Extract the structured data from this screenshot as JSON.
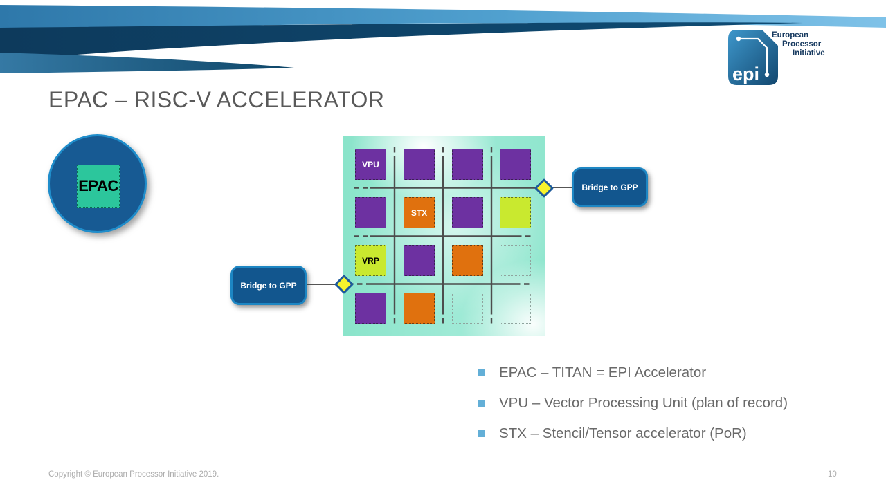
{
  "slide": {
    "title": "EPAC – RISC-V ACCELERATOR",
    "copyright": "Copyright © European Processor Initiative 2019.",
    "page_number": "10"
  },
  "logo": {
    "brand": "epi",
    "lines": [
      "European",
      "Processor",
      "Initiative"
    ]
  },
  "epac_node": {
    "label": "EPAC"
  },
  "bridge_left": {
    "label": "Bridge to GPP"
  },
  "bridge_right": {
    "label": "Bridge to GPP"
  },
  "diagram": {
    "grid": {
      "rows": 4,
      "cols": 4,
      "cells": [
        {
          "row": 1,
          "col": 1,
          "type": "vpu",
          "fill": "#6D31A1",
          "label": "VPU",
          "label_color": "#ffffff"
        },
        {
          "row": 1,
          "col": 2,
          "type": "vpu",
          "fill": "#6D31A1",
          "label": "",
          "label_color": "#ffffff"
        },
        {
          "row": 1,
          "col": 3,
          "type": "vpu",
          "fill": "#6D31A1",
          "label": "",
          "label_color": "#ffffff"
        },
        {
          "row": 1,
          "col": 4,
          "type": "vpu",
          "fill": "#6D31A1",
          "label": "",
          "label_color": "#ffffff"
        },
        {
          "row": 2,
          "col": 1,
          "type": "vpu",
          "fill": "#6D31A1",
          "label": "",
          "label_color": "#ffffff"
        },
        {
          "row": 2,
          "col": 2,
          "type": "stx",
          "fill": "#E0710E",
          "label": "STX",
          "label_color": "#ffffff"
        },
        {
          "row": 2,
          "col": 3,
          "type": "vpu",
          "fill": "#6D31A1",
          "label": "",
          "label_color": "#ffffff"
        },
        {
          "row": 2,
          "col": 4,
          "type": "vrp",
          "fill": "#C9E92F",
          "label": "",
          "label_color": "#000000"
        },
        {
          "row": 3,
          "col": 1,
          "type": "vrp",
          "fill": "#C9E92F",
          "label": "VRP",
          "label_color": "#000000"
        },
        {
          "row": 3,
          "col": 2,
          "type": "vpu",
          "fill": "#6D31A1",
          "label": "",
          "label_color": "#ffffff"
        },
        {
          "row": 3,
          "col": 3,
          "type": "stx",
          "fill": "#E0710E",
          "label": "",
          "label_color": "#ffffff"
        },
        {
          "row": 3,
          "col": 4,
          "type": "empty",
          "fill": "transparent",
          "label": "",
          "label_color": "#000000"
        },
        {
          "row": 4,
          "col": 1,
          "type": "vpu",
          "fill": "#6D31A1",
          "label": "",
          "label_color": "#ffffff"
        },
        {
          "row": 4,
          "col": 2,
          "type": "stx",
          "fill": "#E0710E",
          "label": "",
          "label_color": "#ffffff"
        },
        {
          "row": 4,
          "col": 3,
          "type": "empty",
          "fill": "transparent",
          "label": "",
          "label_color": "#000000"
        },
        {
          "row": 4,
          "col": 4,
          "type": "empty",
          "fill": "transparent",
          "label": "",
          "label_color": "#000000"
        }
      ]
    }
  },
  "bullets": [
    "EPAC – TITAN = EPI Accelerator",
    "VPU – Vector Processing Unit (plan of record)",
    "STX – Stencil/Tensor accelerator (PoR)"
  ],
  "colors": {
    "vpu_purple": "#6D31A1",
    "stx_orange": "#E0710E",
    "vrp_lime": "#C9E92F",
    "epac_teal": "#2CC69C",
    "node_blue": "#12568E",
    "node_border_blue": "#1D86C3",
    "grid_teal_bg": "#8AE4CA",
    "grid_line_gray": "#4D4D4D",
    "diamond_yellow": "#F7F32B",
    "diamond_border_blue": "#1D5A9B",
    "bullet_blue": "#63AFD7",
    "title_gray": "#595959",
    "swoosh_light_blue": "#4F9FCE",
    "swoosh_dark_navy": "#0D3A5C",
    "logo_text_navy": "#16395F"
  }
}
